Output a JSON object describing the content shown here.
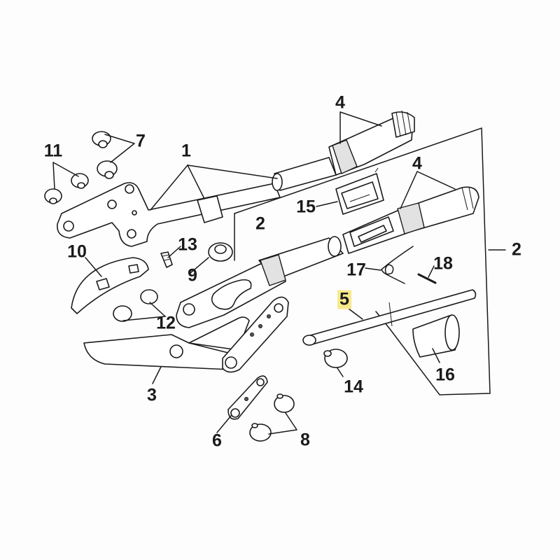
{
  "diagram": {
    "highlight_color": "#f6e98a",
    "ink_color": "#1a1a1a",
    "labels": [
      {
        "id": "1",
        "text": "1"
      },
      {
        "id": "2a",
        "text": "2"
      },
      {
        "id": "2b",
        "text": "2"
      },
      {
        "id": "3",
        "text": "3"
      },
      {
        "id": "4a",
        "text": "4"
      },
      {
        "id": "4b",
        "text": "4"
      },
      {
        "id": "5",
        "text": "5",
        "highlighted": true
      },
      {
        "id": "6",
        "text": "6"
      },
      {
        "id": "7",
        "text": "7"
      },
      {
        "id": "8",
        "text": "8"
      },
      {
        "id": "9",
        "text": "9"
      },
      {
        "id": "10",
        "text": "10"
      },
      {
        "id": "11",
        "text": "11"
      },
      {
        "id": "12",
        "text": "12"
      },
      {
        "id": "13",
        "text": "13"
      },
      {
        "id": "14",
        "text": "14"
      },
      {
        "id": "15",
        "text": "15"
      },
      {
        "id": "16",
        "text": "16"
      },
      {
        "id": "17",
        "text": "17"
      },
      {
        "id": "18",
        "text": "18"
      }
    ]
  }
}
